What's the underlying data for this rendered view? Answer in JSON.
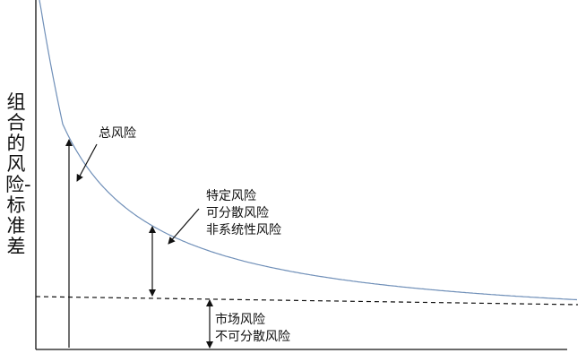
{
  "axis": {
    "ylabel": "组合的风险-标准差"
  },
  "labels": {
    "total_risk": "总风险",
    "specific_risk": [
      "特定风险",
      "可分散风险",
      "非系统性风险"
    ],
    "market_risk": [
      "市场风险",
      "不可分散风险"
    ]
  },
  "colors": {
    "curve": "#6f8fb8",
    "lines": "#111111"
  }
}
